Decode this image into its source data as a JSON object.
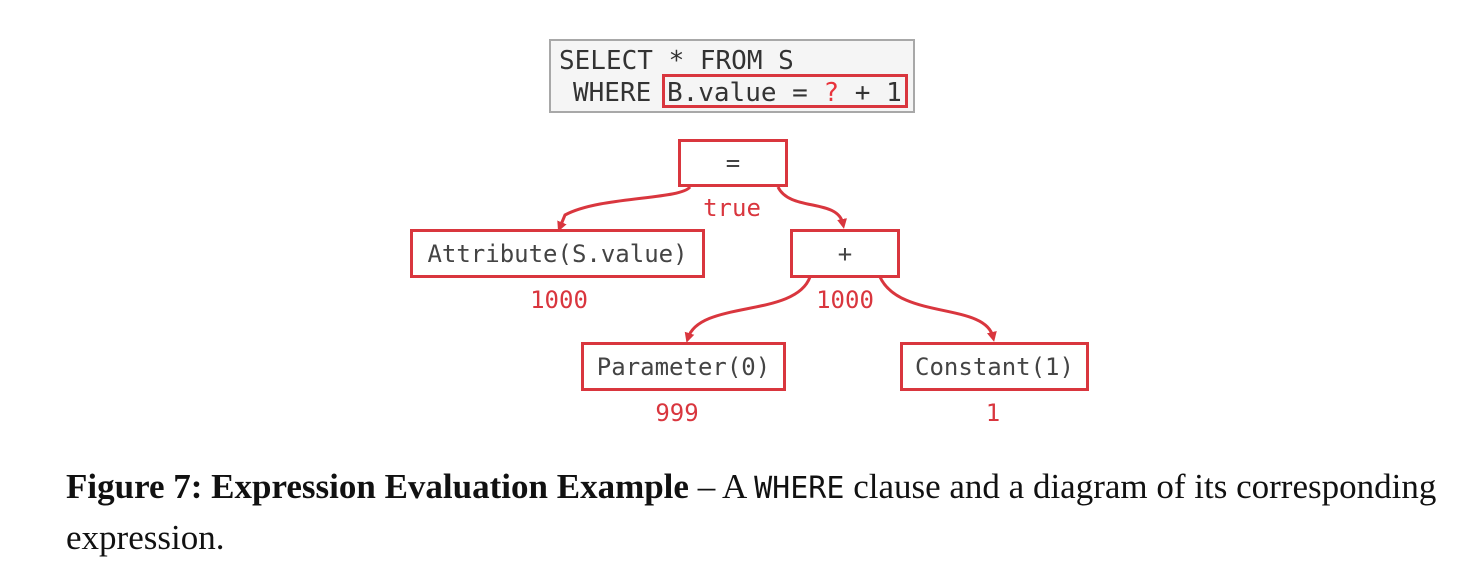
{
  "sql": {
    "line1": "SELECT * FROM S",
    "where_keyword": "WHERE",
    "where_prefix": "B.value = ",
    "where_param": "?",
    "where_suffix": " + 1"
  },
  "tree": {
    "root": {
      "label": "=",
      "value": "true"
    },
    "attribute": {
      "label": "Attribute(S.value)",
      "value": "1000"
    },
    "plus": {
      "label": "+",
      "value": "1000"
    },
    "parameter": {
      "label": "Parameter(0)",
      "value": "999"
    },
    "constant": {
      "label": "Constant(1)",
      "value": "1"
    }
  },
  "colors": {
    "accent": "#d9363e",
    "sql_border": "#a8a8a8",
    "sql_background": "#f5f5f5"
  },
  "caption": {
    "label": "Figure 7: Expression Evaluation Example",
    "dash": " – A ",
    "code": "WHERE",
    "rest": " clause and a diagram of its corresponding expression."
  }
}
